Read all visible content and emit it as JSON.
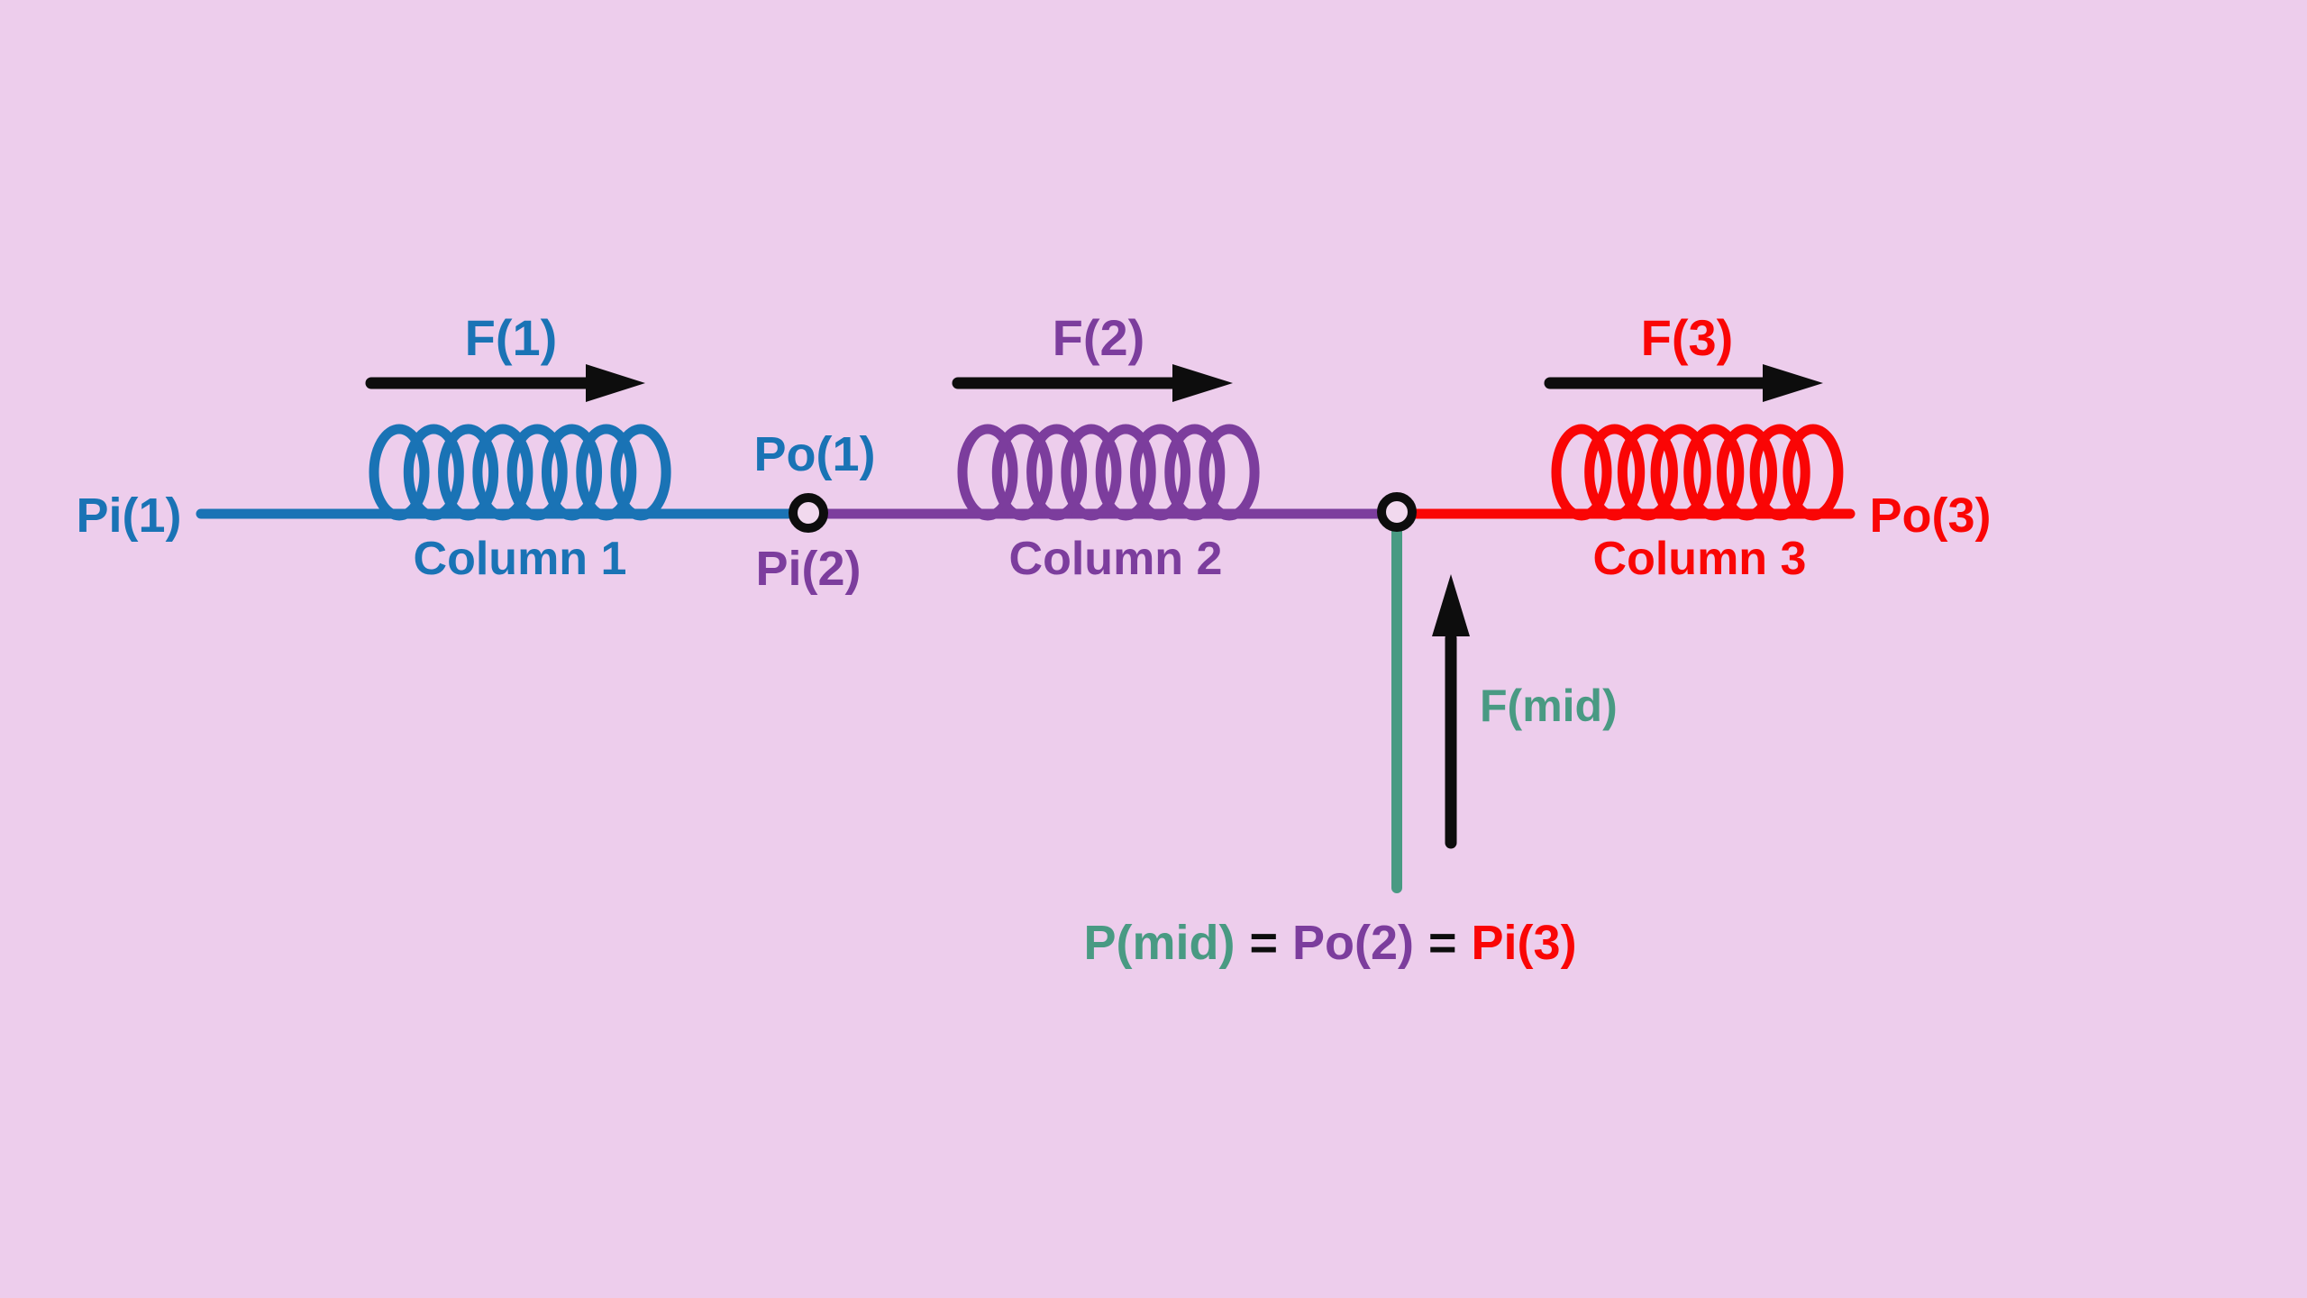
{
  "figure": {
    "description": "Three spring columns in series with forces and pressures",
    "background_color": "#edcdec",
    "columns": [
      {
        "name": "Column 1",
        "color": "#1a73b5",
        "force": "F(1)",
        "inlet_pressure": "Pi(1)",
        "outlet_pressure": "Po(1)"
      },
      {
        "name": "Column 2",
        "color": "#7c3d9d",
        "force": "F(2)",
        "inlet_pressure": "Pi(2)",
        "outlet_pressure": "Po(2)"
      },
      {
        "name": "Column 3",
        "color": "#fa0505",
        "force": "F(3)",
        "inlet_pressure": "Pi(3)",
        "outlet_pressure": "Po(3)"
      }
    ],
    "midpoint": {
      "color": "#499a83",
      "force": "F(mid)",
      "pressure": "P(mid)"
    },
    "equation": {
      "lhs": "P(mid)",
      "eq1": "=",
      "mid": "Po(2)",
      "eq2": "=",
      "rhs": "Pi(3)"
    },
    "arrow_color": "#0d0d0d"
  }
}
